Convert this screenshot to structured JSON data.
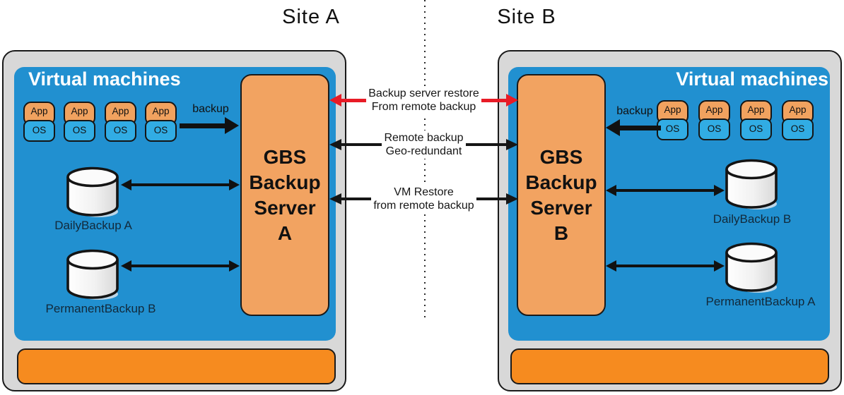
{
  "site_a": {
    "title": "Site A",
    "vm_panel_title": "Virtual machines",
    "vm_units": [
      {
        "app": "App",
        "os": "OS"
      },
      {
        "app": "App",
        "os": "OS"
      },
      {
        "app": "App",
        "os": "OS"
      },
      {
        "app": "App",
        "os": "OS"
      }
    ],
    "backup_arrow_label": "backup",
    "server_lines": [
      "GBS",
      "Backup",
      "Server",
      "A"
    ],
    "databases": [
      {
        "label": "DailyBackup A"
      },
      {
        "label": "PermanentBackup B"
      }
    ]
  },
  "site_b": {
    "title": "Site B",
    "vm_panel_title": "Virtual machines",
    "vm_units": [
      {
        "app": "App",
        "os": "OS"
      },
      {
        "app": "App",
        "os": "OS"
      },
      {
        "app": "App",
        "os": "OS"
      },
      {
        "app": "App",
        "os": "OS"
      }
    ],
    "backup_arrow_label": "backup",
    "server_lines": [
      "GBS",
      "Backup",
      "Server",
      "B"
    ],
    "databases": [
      {
        "label": "DailyBackup B"
      },
      {
        "label": "PermanentBackup A"
      }
    ]
  },
  "links": [
    {
      "line1": "Backup server restore",
      "line2": "From remote backup",
      "color": "#e81b26"
    },
    {
      "line1": "Remote backup",
      "line2": "Geo-redundant",
      "color": "#161616"
    },
    {
      "line1": "VM Restore",
      "line2": "from remote backup",
      "color": "#161616"
    }
  ],
  "colors": {
    "panel_blue": "#2190d0",
    "os_blue": "#31ace4",
    "app_orange": "#f1a25f",
    "server_orange": "#f2a361",
    "bottom_bar_orange": "#f68b1f",
    "container_gray": "#d8d8d8",
    "restore_red": "#e81b26",
    "arrow_black": "#111111"
  }
}
